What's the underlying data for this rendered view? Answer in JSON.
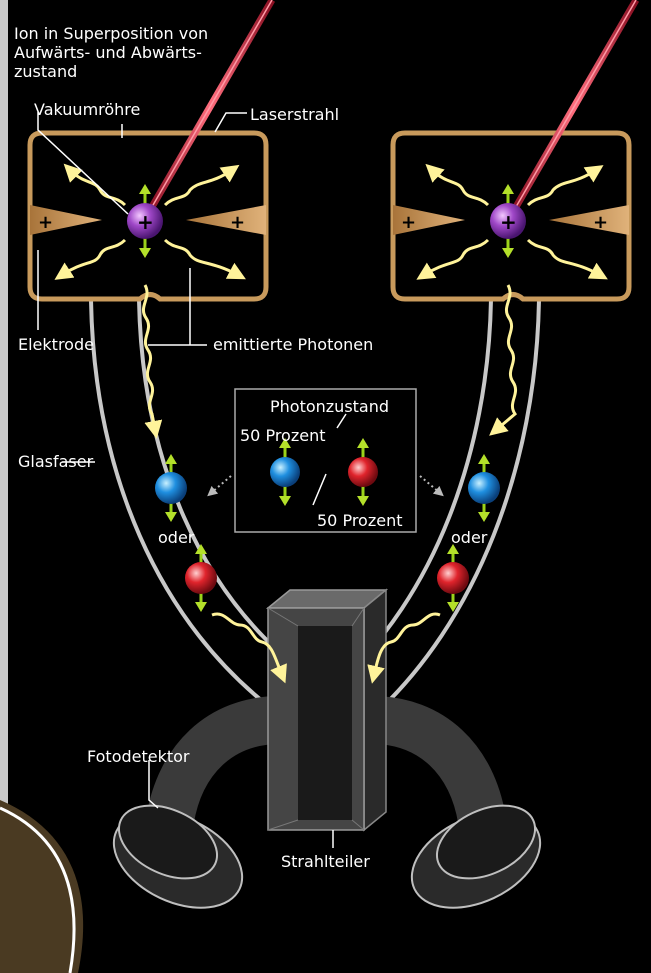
{
  "labels": {
    "ion": "Ion in Superposition von Aufwärts- und Abwärts-zustand",
    "vakuumroehre": "Vakuumröhre",
    "laserstrahl": "Laserstrahl",
    "elektrode": "Elektrode",
    "emittierte_photonen": "emittierte Photonen",
    "glasfaser": "Glasfaser",
    "photonzustand": "Photonzustand",
    "prozent_1": "50 Prozent",
    "prozent_2": "50 Prozent",
    "oder_left": "oder",
    "oder_right": "oder",
    "fotodetektor": "Fotodetektor",
    "strahlteiler": "Strahlteiler"
  },
  "symbols": {
    "plus": "+"
  },
  "colors": {
    "frame": "#c9c9c9",
    "background": "#000000",
    "tube_border": "#c89a5c",
    "laser": "#d31f3a",
    "photon": "#fff39a",
    "ion": "#9a3fb8",
    "spin_arrow": "#9bd21a",
    "photon_blue": "#1f8fe0",
    "photon_red": "#e0242c",
    "fiber": "#c8c8c8"
  }
}
